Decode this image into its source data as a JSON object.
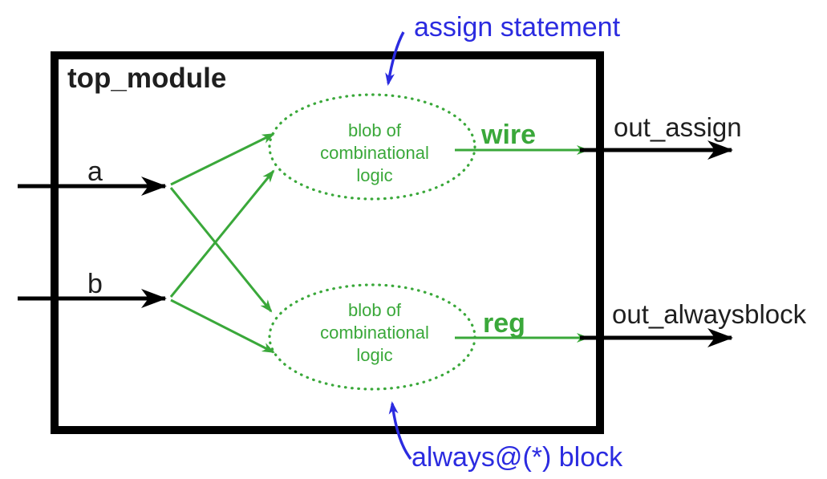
{
  "colors": {
    "green": "#3aa83a",
    "blue": "#2b2be0",
    "ink": "#1f1f1f",
    "line": "#000000"
  },
  "module": {
    "title": "top_module"
  },
  "inputs": {
    "a": "a",
    "b": "b"
  },
  "blob_upper": {
    "line1": "blob of",
    "line2": "combinational",
    "line3": "logic"
  },
  "blob_lower": {
    "line1": "blob of",
    "line2": "combinational",
    "line3": "logic"
  },
  "signal_labels": {
    "wire": "wire",
    "reg": "reg"
  },
  "outputs": {
    "assign": "out_assign",
    "alwaysblock": "out_alwaysblock"
  },
  "annotations": {
    "assign_statement": "assign statement",
    "always_block": "always@(*) block"
  }
}
